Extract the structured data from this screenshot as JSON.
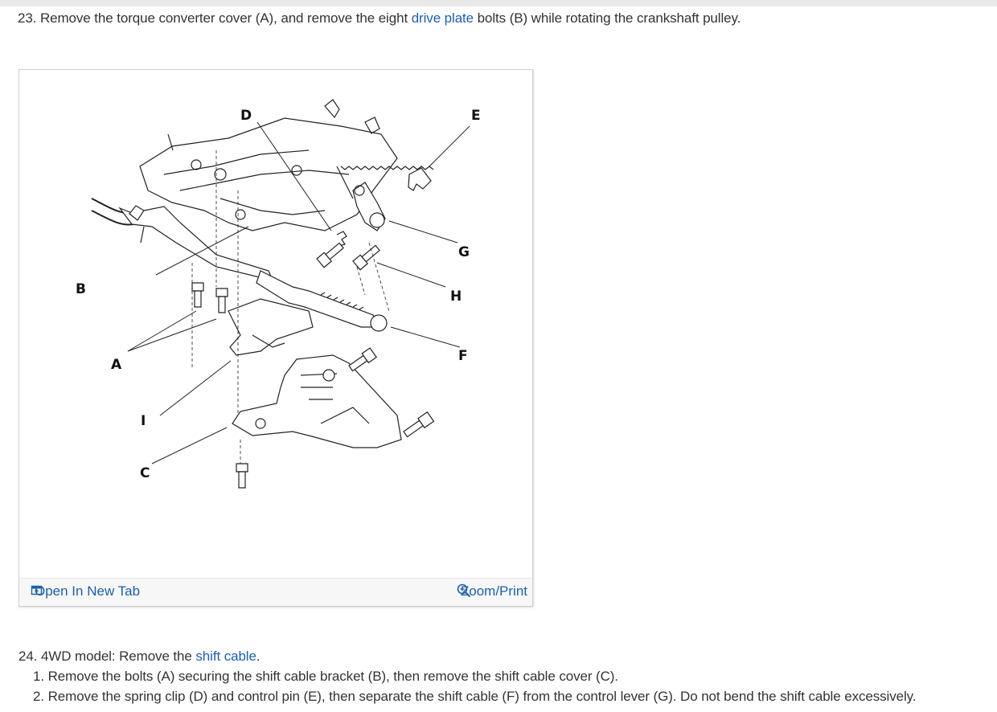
{
  "step23": {
    "prefix": "23. Remove the torque converter cover (A), and remove the eight ",
    "link": "drive plate",
    "suffix": " bolts (B) while rotating the crankshaft pulley."
  },
  "figure": {
    "callouts": [
      "A",
      "B",
      "C",
      "D",
      "E",
      "F",
      "G",
      "H",
      "I"
    ],
    "open_label": "Open In New Tab",
    "zoom_label": "Zoom/Print"
  },
  "step24": {
    "prefix": "24. 4WD model: Remove the ",
    "link": "shift cable",
    "suffix": ".",
    "substeps": [
      "1. Remove the bolts (A) securing the shift cable bracket (B), then remove the shift cable cover (C).",
      "2. Remove the spring clip (D) and control pin (E), then separate the shift cable (F) from the control lever (G). Do not bend the shift cable excessively."
    ]
  },
  "colors": {
    "link": "#1f5fa8",
    "text": "#333333"
  }
}
